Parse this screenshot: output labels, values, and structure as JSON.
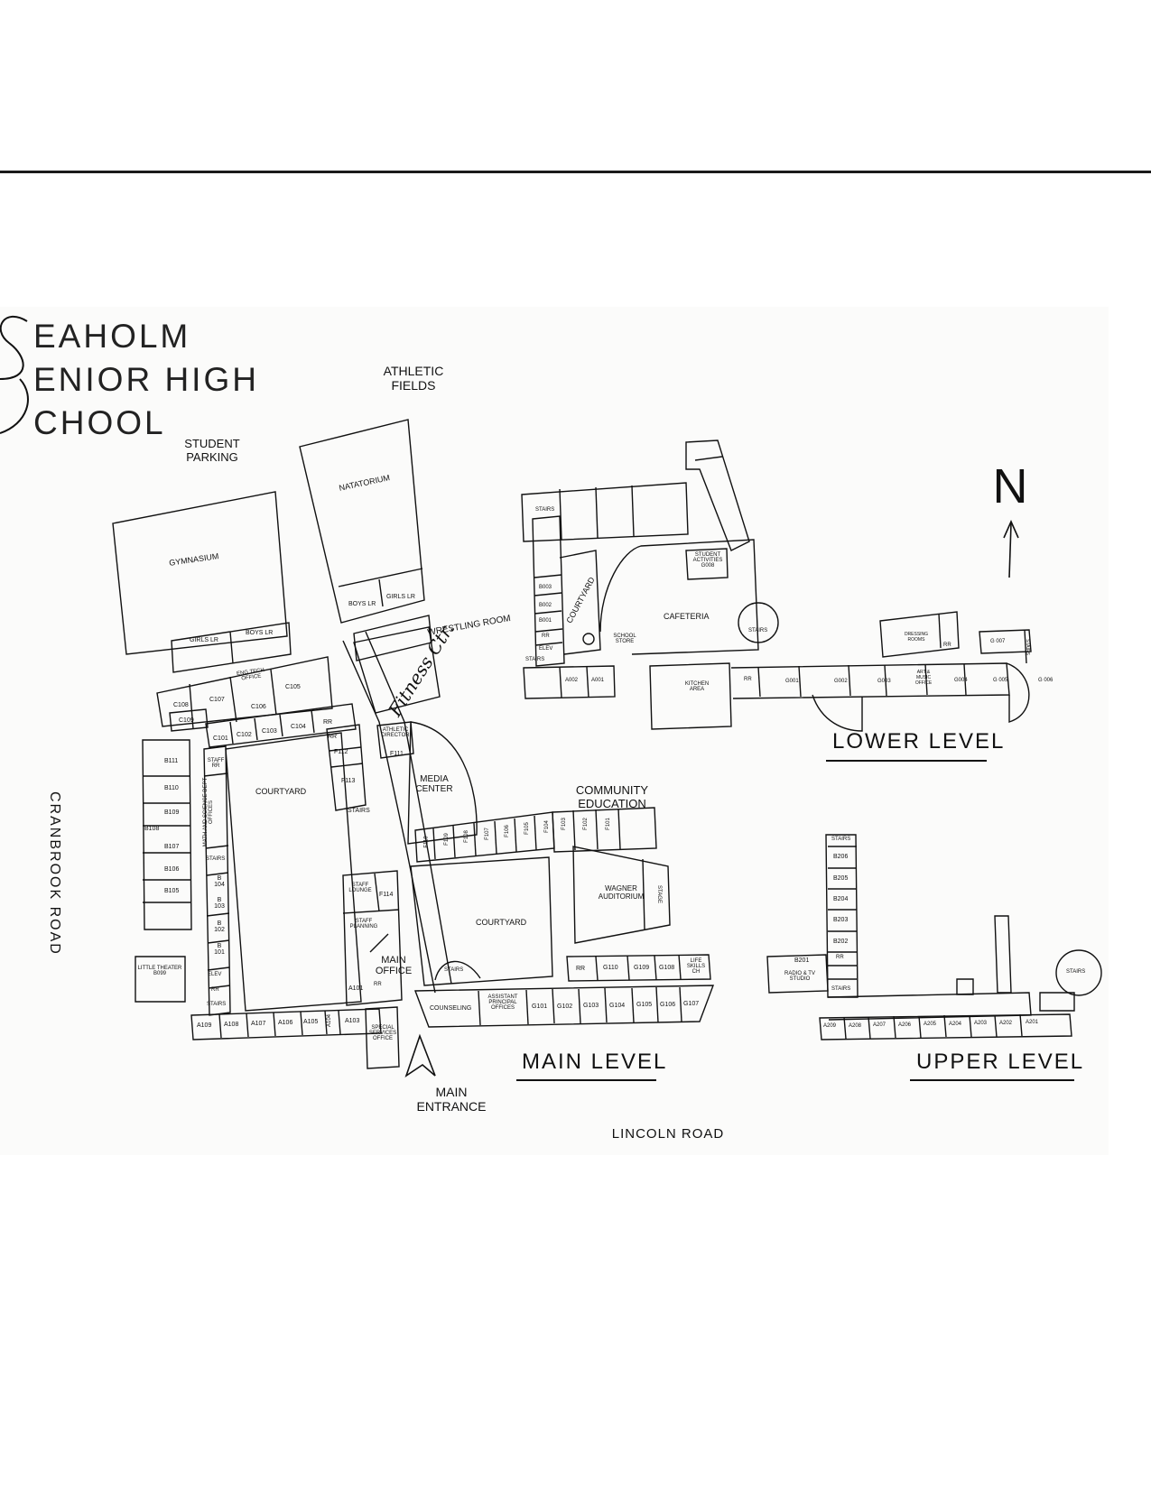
{
  "title": {
    "line1": "EAHOLM",
    "line2": "ENIOR  HIGH",
    "line3": "CHOOL"
  },
  "areas": {
    "athletic_fields": "ATHLETIC FIELDS",
    "student_parking": "STUDENT PARKING",
    "cranbrook_road": "CRANBROOK ROAD",
    "lincoln_road": "LINCOLN ROAD",
    "main_entrance": "MAIN ENTRANCE",
    "north_arrow": "N"
  },
  "levels": {
    "lower": "LOWER LEVEL",
    "main": "MAIN LEVEL",
    "upper": "UPPER LEVEL"
  },
  "main_level_rooms": {
    "gymnasium": "GYMNASIUM",
    "natatorium": "NATATORIUM",
    "girls_lr_gym": "GIRLS LR",
    "boys_lr_gym": "BOYS LR",
    "boys_lr_nat": "BOYS LR",
    "girls_lr_nat": "GIRLS LR",
    "wrestling_room": "WRESTLING ROOM",
    "fitness_ctr": "Fitness Ctr.",
    "eng_tech_office": "ENG TECH OFFICE",
    "c108": "C108",
    "c107": "C107",
    "c105": "C105",
    "c106": "C106",
    "c109": "C109",
    "c101": "C101",
    "c102": "C102",
    "c103": "C103",
    "c104": "C104",
    "rr1": "RR",
    "rr2": "RR",
    "f112": "F112",
    "f113": "F113",
    "athletic_director": "ATHLETIC DIRECTOR",
    "f111": "F111",
    "stairs_f": "STAIRS",
    "media_center": "MEDIA CENTER",
    "courtyard_west": "COURTYARD",
    "courtyard_center": "COURTYARD",
    "staff_rr": "STAFF RR",
    "math_science": "MATH AND SCIENCE DEPT OFFICES",
    "stairs_b": "STAIRS",
    "b104": "B 104",
    "b103": "B 103",
    "b102": "B 102",
    "b101": "B 101",
    "elev_b": "ELEV",
    "rr_b": "RR",
    "stairs_b2": "STAIRS",
    "b111": "B111",
    "b110": "B110",
    "b109": "B109",
    "b108": "B108",
    "b107": "B107",
    "b106": "B106",
    "b105": "B105",
    "little_theater": "LITTLE THEATER B099",
    "a109": "A109",
    "a108": "A108",
    "a107": "A107",
    "a106": "A106",
    "a105": "A105",
    "a104": "A104",
    "a103": "A103",
    "special_services": "SPECIAL SERVICES OFFICE",
    "a101": "A101",
    "rr_a": "RR",
    "staff_lounge": "STAFF LOUNGE",
    "f114": "F114",
    "staff_planning": "STAFF PLANNING",
    "main_office": "MAIN OFFICE",
    "f110": "F110",
    "f109": "F109",
    "f108": "F108",
    "f107": "F107",
    "f106": "F106",
    "f105": "F105",
    "f104": "F104",
    "f103": "F103",
    "f102": "F102",
    "f101": "F101",
    "community_education": "COMMUNITY EDUCATION",
    "wagner_auditorium": "WAGNER AUDITORIUM",
    "stage": "STAGE",
    "stairs_c": "STAIRS",
    "rr_g": "RR",
    "g110": "G110",
    "g109": "G109",
    "g108": "G108",
    "life_skills": "LIFE SKILLS CH",
    "counseling": "COUNSELING",
    "assistant_principal": "ASSISTANT PRINCIPAL OFFICES",
    "g101": "G101",
    "g102": "G102",
    "g103": "G103",
    "g104": "G104",
    "g105": "G105",
    "g106": "G106",
    "g107": "G107"
  },
  "lower_level_rooms": {
    "stairs_top": "STAIRS",
    "courtyard": "COURTYARD",
    "b003": "B003",
    "b002": "B002",
    "b001": "B001",
    "rr": "RR",
    "elev": "ELEV",
    "stairs_left": "STAIRS",
    "a002": "A002",
    "a001": "A001",
    "student_activities": "STUDENT ACTIVITIES G008",
    "cafeteria": "CAFETERIA",
    "school_store": "SCHOOL STORE",
    "kitchen_area": "KITCHEN AREA",
    "stairs_round": "STAIRS",
    "rr2": "RR",
    "g001": "G001",
    "g002": "G002",
    "g003": "G003",
    "art_music": "ART & MUSIC OFFICE",
    "g004": "G004",
    "g005": "G 005",
    "g006": "G 006",
    "dressing_rooms": "DRESSING ROOMS",
    "rr3": "RR",
    "g007": "G 007",
    "stairs_right": "STAIRS"
  },
  "upper_level_rooms": {
    "stairs_top": "STAIRS",
    "b206": "B206",
    "b205": "B205",
    "b204": "B204",
    "b203": "B203",
    "b202": "B202",
    "rr": "RR",
    "b201": "B201",
    "radio_tv": "RADIO & TV STUDIO",
    "stairs_bottom": "STAIRS",
    "stairs_round": "STAIRS",
    "a209": "A209",
    "a208": "A208",
    "a207": "A207",
    "a206": "A206",
    "a205": "A205",
    "a204": "A204",
    "a203": "A203",
    "a202": "A202",
    "a201": "A201"
  }
}
